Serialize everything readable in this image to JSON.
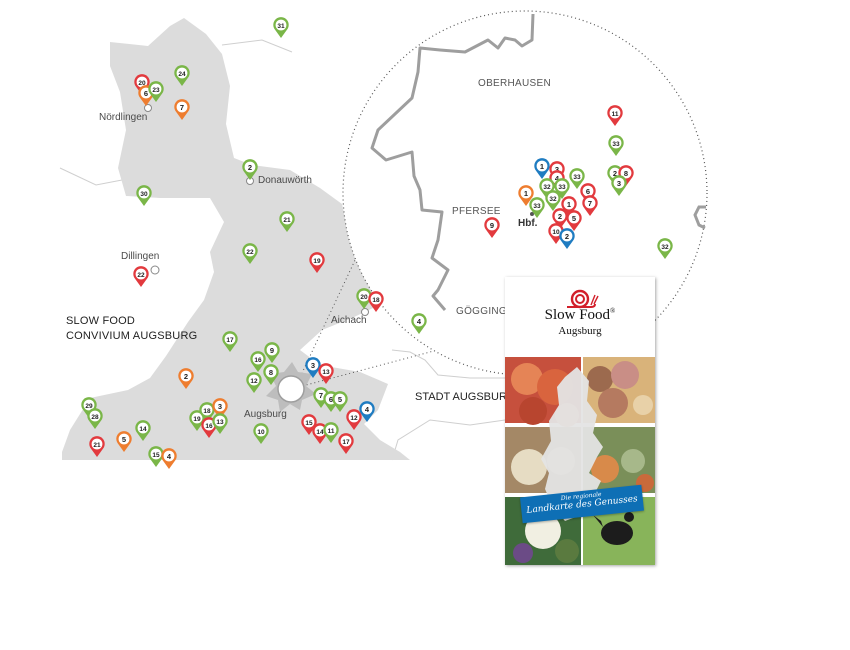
{
  "map": {
    "places": {
      "noerdlingen": "Nördlingen",
      "donauwoerth": "Donauwörth",
      "dillingen": "Dillingen",
      "aichach": "Aichach",
      "augsburg": "Augsburg"
    },
    "region_lines": [
      "SLOW FOOD",
      "CONVIVIUM AUGSBURG"
    ],
    "city_label": "STADT AUGSBURG",
    "zoom_labels": {
      "oberhausen": "OBERHAUSEN",
      "pfersee": "PFERSEE",
      "goeggingen": "GÖGGINGEN",
      "hbf": "Hbf."
    },
    "colors": {
      "green": "#7ab648",
      "red": "#e23a3e",
      "orange": "#ee7d2f",
      "blue": "#1f7cc1",
      "region": "#dcdcdc"
    },
    "markers": [
      {
        "n": "31",
        "c": "green"
      },
      {
        "n": "24",
        "c": "green"
      },
      {
        "n": "20",
        "c": "red"
      },
      {
        "n": "6",
        "c": "orange"
      },
      {
        "n": "23",
        "c": "green"
      },
      {
        "n": "7",
        "c": "orange"
      },
      {
        "n": "2",
        "c": "green"
      },
      {
        "n": "30",
        "c": "green"
      },
      {
        "n": "21",
        "c": "green"
      },
      {
        "n": "22",
        "c": "green"
      },
      {
        "n": "22",
        "c": "red"
      },
      {
        "n": "19",
        "c": "red"
      },
      {
        "n": "20",
        "c": "green"
      },
      {
        "n": "18",
        "c": "red"
      },
      {
        "n": "4",
        "c": "green"
      },
      {
        "n": "17",
        "c": "green"
      },
      {
        "n": "9",
        "c": "green"
      },
      {
        "n": "16",
        "c": "green"
      },
      {
        "n": "8",
        "c": "green"
      },
      {
        "n": "12",
        "c": "green"
      },
      {
        "n": "3",
        "c": "blue"
      },
      {
        "n": "13",
        "c": "red"
      },
      {
        "n": "2",
        "c": "orange"
      },
      {
        "n": "29",
        "c": "green"
      },
      {
        "n": "28",
        "c": "green"
      },
      {
        "n": "21",
        "c": "red"
      },
      {
        "n": "5",
        "c": "orange"
      },
      {
        "n": "14",
        "c": "green"
      },
      {
        "n": "19",
        "c": "green"
      },
      {
        "n": "18",
        "c": "green"
      },
      {
        "n": "3",
        "c": "orange"
      },
      {
        "n": "16",
        "c": "red"
      },
      {
        "n": "13",
        "c": "green"
      },
      {
        "n": "10",
        "c": "green"
      },
      {
        "n": "15",
        "c": "green"
      },
      {
        "n": "4",
        "c": "orange"
      },
      {
        "n": "7",
        "c": "green"
      },
      {
        "n": "6",
        "c": "green"
      },
      {
        "n": "5",
        "c": "green"
      },
      {
        "n": "4",
        "c": "blue"
      },
      {
        "n": "15",
        "c": "red"
      },
      {
        "n": "14",
        "c": "red"
      },
      {
        "n": "11",
        "c": "green"
      },
      {
        "n": "12",
        "c": "red"
      },
      {
        "n": "17",
        "c": "red"
      }
    ],
    "zoom_markers": [
      {
        "n": "11",
        "c": "red"
      },
      {
        "n": "33",
        "c": "green"
      },
      {
        "n": "1",
        "c": "blue"
      },
      {
        "n": "3",
        "c": "red"
      },
      {
        "n": "4",
        "c": "red"
      },
      {
        "n": "33",
        "c": "green"
      },
      {
        "n": "32",
        "c": "green"
      },
      {
        "n": "33",
        "c": "green"
      },
      {
        "n": "1",
        "c": "orange"
      },
      {
        "n": "32",
        "c": "green"
      },
      {
        "n": "6",
        "c": "red"
      },
      {
        "n": "2",
        "c": "green"
      },
      {
        "n": "8",
        "c": "red"
      },
      {
        "n": "3",
        "c": "green"
      },
      {
        "n": "1",
        "c": "red"
      },
      {
        "n": "7",
        "c": "red"
      },
      {
        "n": "33",
        "c": "green"
      },
      {
        "n": "2",
        "c": "red"
      },
      {
        "n": "5",
        "c": "red"
      },
      {
        "n": "9",
        "c": "red"
      },
      {
        "n": "10",
        "c": "red"
      },
      {
        "n": "2",
        "c": "blue"
      },
      {
        "n": "32",
        "c": "green"
      }
    ]
  },
  "flyer": {
    "brand": "Slow Food",
    "brand_mark": "®",
    "city": "Augsburg",
    "banner_line1": "Die regionale",
    "banner_line2": "Landkarte des Genusses"
  }
}
